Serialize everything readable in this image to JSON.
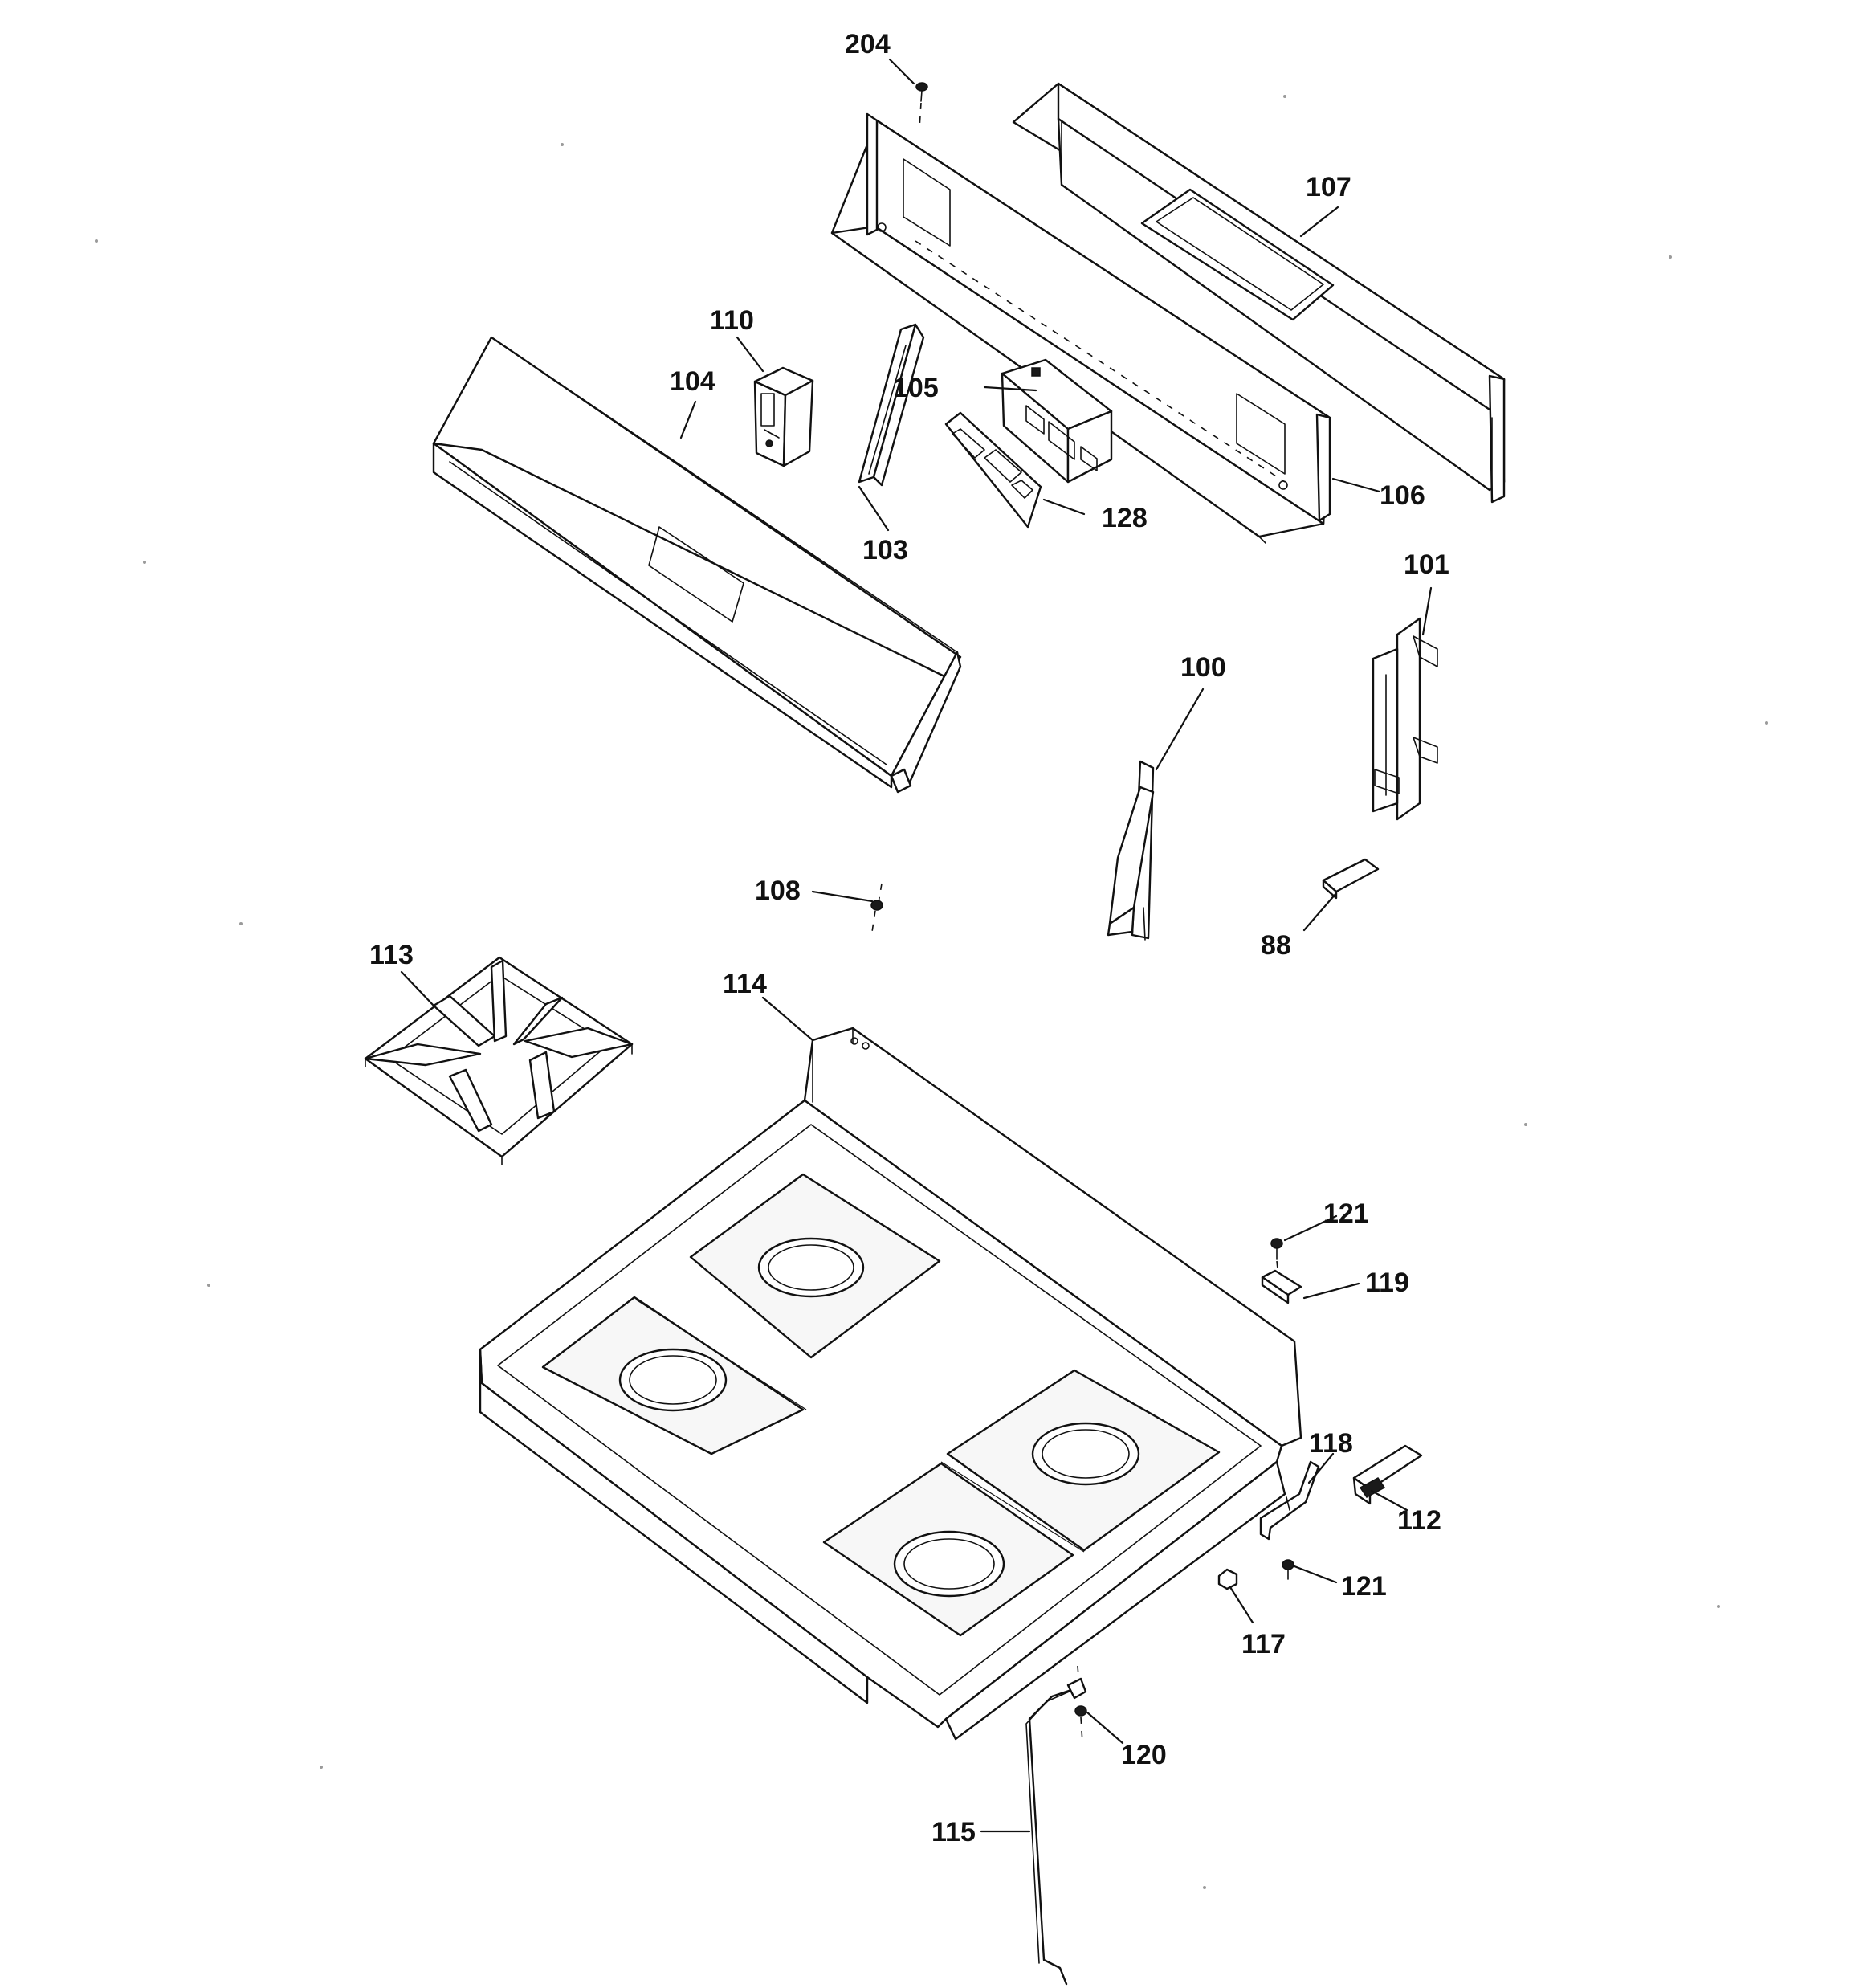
{
  "callouts": [
    {
      "id": "204",
      "text": "204"
    },
    {
      "id": "107",
      "text": "107"
    },
    {
      "id": "110",
      "text": "110"
    },
    {
      "id": "104",
      "text": "104"
    },
    {
      "id": "105",
      "text": "105"
    },
    {
      "id": "106",
      "text": "106"
    },
    {
      "id": "128",
      "text": "128"
    },
    {
      "id": "103",
      "text": "103"
    },
    {
      "id": "101",
      "text": "101"
    },
    {
      "id": "100",
      "text": "100"
    },
    {
      "id": "108",
      "text": "108"
    },
    {
      "id": "88",
      "text": "88"
    },
    {
      "id": "113",
      "text": "113"
    },
    {
      "id": "114",
      "text": "114"
    },
    {
      "id": "121a",
      "text": "121"
    },
    {
      "id": "119",
      "text": "119"
    },
    {
      "id": "118",
      "text": "118"
    },
    {
      "id": "112",
      "text": "112"
    },
    {
      "id": "121b",
      "text": "121"
    },
    {
      "id": "117",
      "text": "117"
    },
    {
      "id": "120",
      "text": "120"
    },
    {
      "id": "115",
      "text": "115"
    }
  ],
  "colors": {
    "line": "#111111",
    "background": "#ffffff"
  }
}
